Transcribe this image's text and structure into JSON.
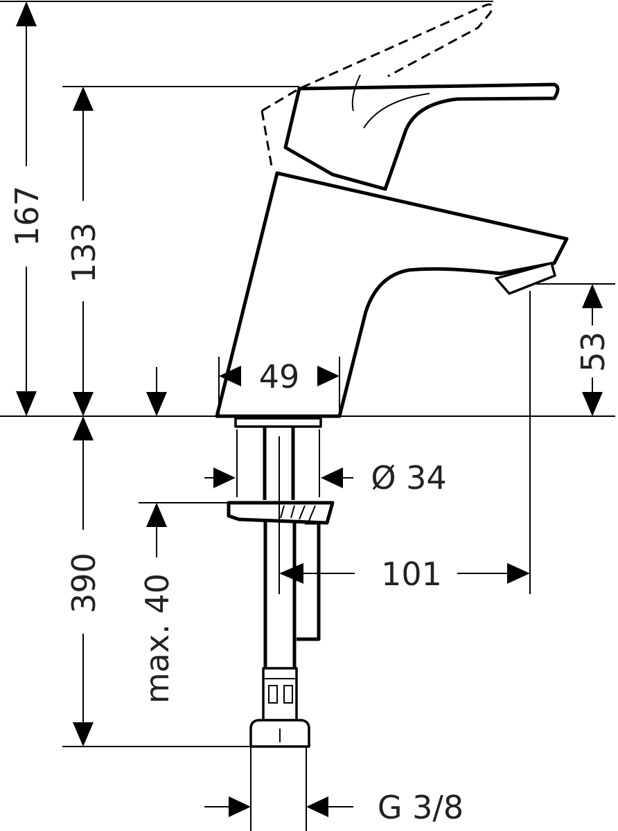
{
  "title": "Single lever basin mixer dimension drawing",
  "dimensions": {
    "total_height": "167",
    "body_height": "133",
    "base_width": "49",
    "spout_height": "53",
    "shank_diameter": "Ø 34",
    "hose_length": "390",
    "max_thickness": "max. 40",
    "spout_projection": "101",
    "connection_thread": "G 3/8"
  },
  "colors": {
    "line": "#000000",
    "background": "#ffffff"
  }
}
